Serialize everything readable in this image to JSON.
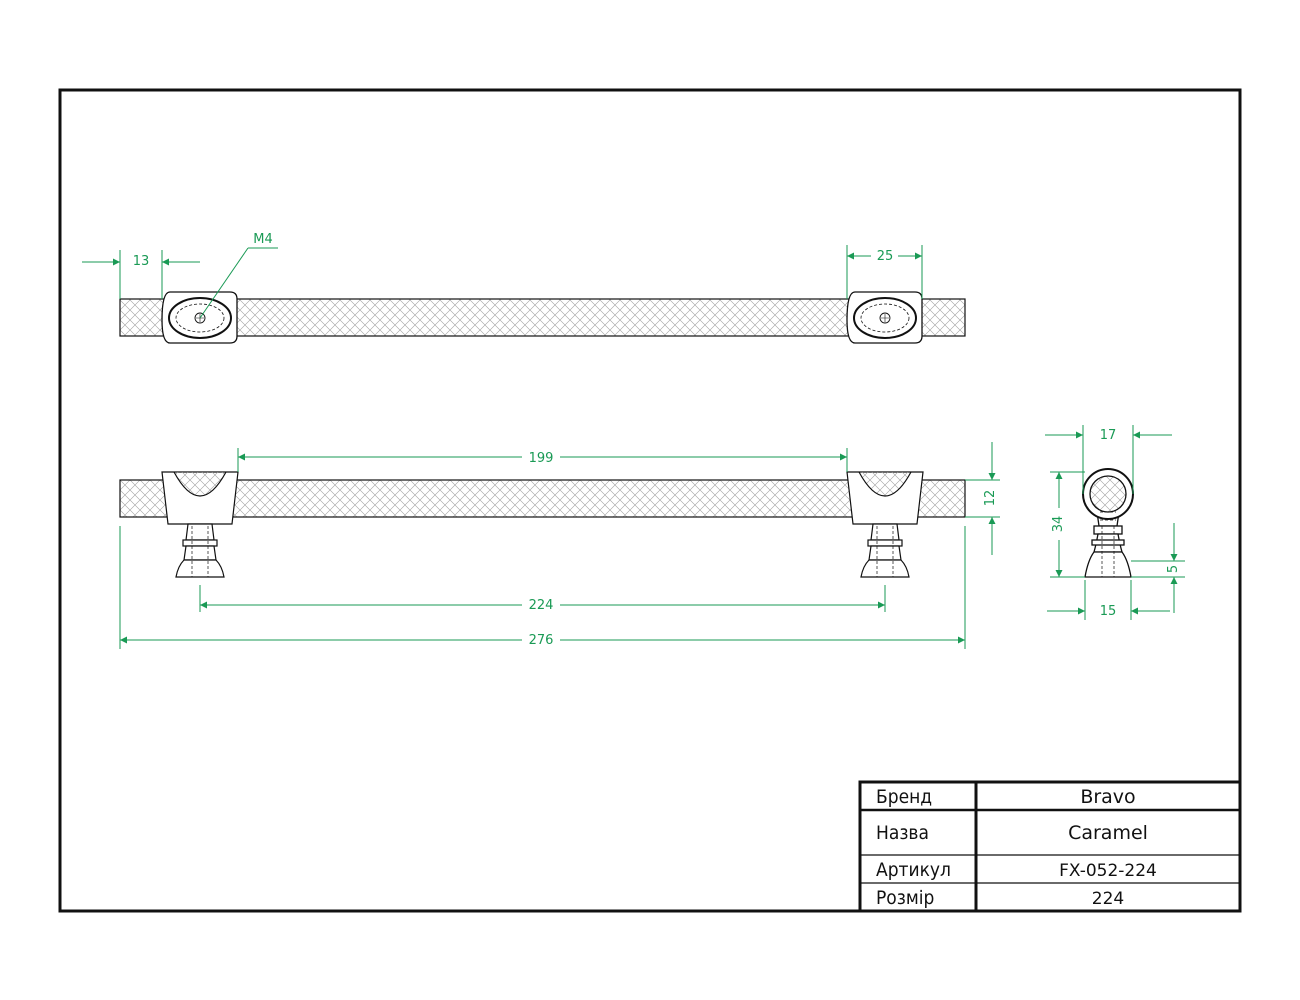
{
  "dimensions": {
    "offset_left": "13",
    "thread": "M4",
    "top_width": "25",
    "inner_span": "199",
    "bar_height": "12",
    "hole_spacing": "224",
    "total_length": "276",
    "side_width": "17",
    "side_height": "34",
    "foot_height": "5",
    "foot_width": "15"
  },
  "title_block": {
    "brand_label": "Бренд",
    "brand_value": "Bravo",
    "name_label": "Назва",
    "name_value": "Caramel",
    "article_label": "Артикул",
    "article_value": "FX-052-224",
    "size_label": "Розмір",
    "size_value": "224"
  },
  "colors": {
    "dimension": "#1a9a55",
    "outline": "#111111",
    "hatch": "#9a9a9a"
  }
}
